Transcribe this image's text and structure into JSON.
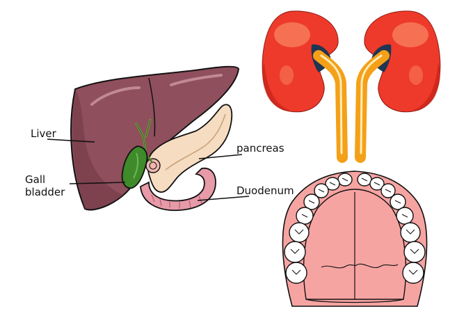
{
  "labels": {
    "liver": "Liver",
    "gall_bladder_line1": "Gall",
    "gall_bladder_line2": "bladder",
    "pancreas": "pancreas",
    "duodenum": "Duodenum"
  },
  "colors": {
    "liver": "#8f4f5c",
    "liver_dark": "#6b3340",
    "gall_bladder": "#3f8a2a",
    "bile_duct": "#6aa43a",
    "pancreas": "#f6dcc0",
    "duodenum": "#e79aa8",
    "kidney": "#ee3a2a",
    "kidney_dark": "#c9261c",
    "kidney_highlight": "#f77a5c",
    "renal_pelvis": "#1f3552",
    "ureter": "#f4a018",
    "ureter_light": "#fff4c8",
    "palate": "#f6a4a2",
    "gum": "#f6a4a2",
    "tooth": "#ffffff",
    "outline": "#111111"
  }
}
